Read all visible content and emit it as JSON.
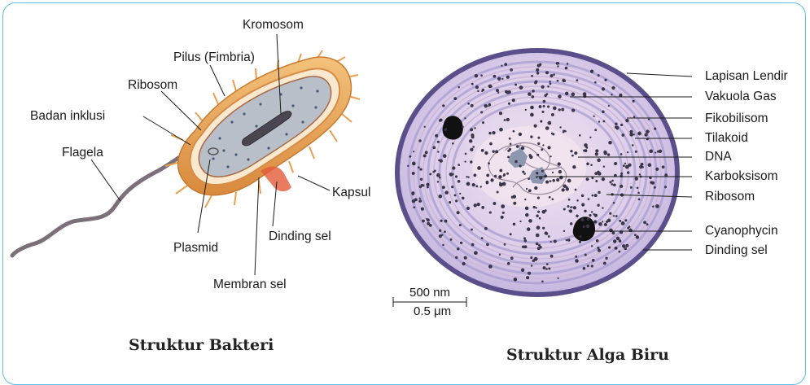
{
  "bacteria": {
    "caption": "Struktur Bakteri",
    "labels": {
      "kromosom": "Kromosom",
      "pilus": "Pilus (Fimbria)",
      "ribosom": "Ribosom",
      "badan_inklusi": "Badan inklusi",
      "flagela": "Flagela",
      "kapsul": "Kapsul",
      "plasmid": "Plasmid",
      "dinding_sel": "Dinding sel",
      "membran_sel": "Membran sel"
    }
  },
  "alga": {
    "caption": "Struktur Alga Biru",
    "labels": {
      "lapisan_lendir": "Lapisan Lendir",
      "vakuola_gas": "Vakuola Gas",
      "fikobilisom": "Fikobilisom",
      "tilakoid": "Tilakoid",
      "dna": "DNA",
      "karboksisom": "Karboksisom",
      "ribosom": "Ribosom",
      "cyanophycin": "Cyanophycin",
      "dinding_sel": "Dinding sel"
    },
    "scale": {
      "top": "500 nm",
      "bottom": "0.5 μm"
    }
  },
  "colors": {
    "frame": "#5bc0e8",
    "capsule": "#e8a85a",
    "cytoplasm": "#b7bdc6",
    "alga_body": "#d9cbe8",
    "alga_wall": "#5a4f8a"
  }
}
